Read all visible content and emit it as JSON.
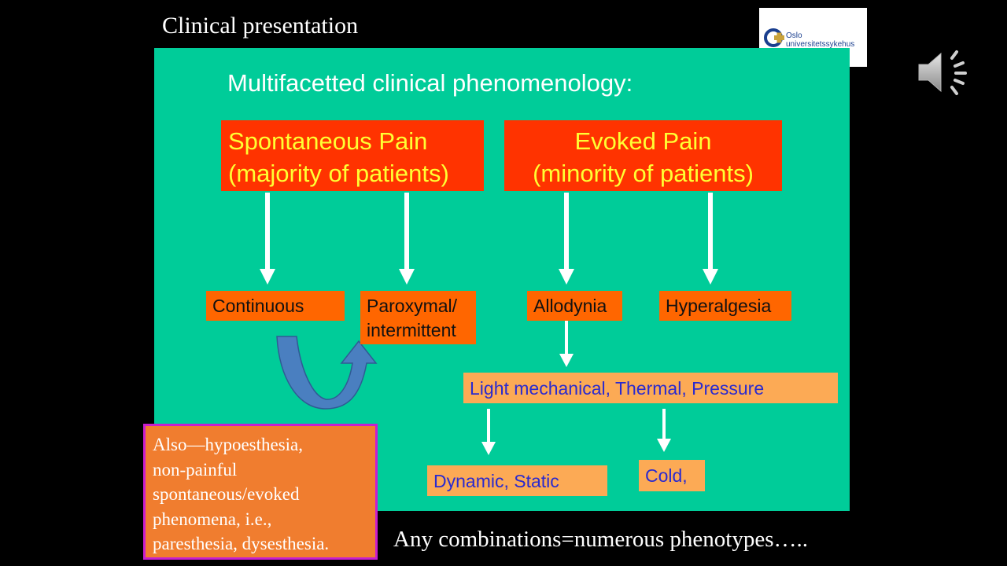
{
  "slide": {
    "title": "Clinical presentation",
    "heading": "Multifacetted clinical phenomenology:",
    "footer": "Any combinations=numerous phenotypes…..",
    "logo": {
      "line1": "Oslo",
      "line2": "universitetssykehus"
    }
  },
  "boxes": {
    "spontaneous": {
      "line1": "Spontaneous Pain",
      "line2": "(majority of patients)"
    },
    "evoked": {
      "line1": "Evoked Pain",
      "line2": "(minority of patients)"
    },
    "continuous": "Continuous",
    "paroxymal": {
      "line1": "Paroxymal/",
      "line2": "intermittent"
    },
    "allodynia": "Allodynia",
    "hyperalgesia": "Hyperalgesia",
    "stimuli": "Light mechanical, Thermal, Pressure",
    "dynamic_static": "Dynamic, Static",
    "cold": "Cold,"
  },
  "note": {
    "lines": [
      "Also—hypoesthesia,",
      "non-painful",
      "spontaneous/evoked",
      "phenomena, i.e.,",
      "paresthesia, dysesthesia."
    ]
  },
  "colors": {
    "panel": "#00cc99",
    "big_box": "#ff3300",
    "big_box_text": "#ffff33",
    "small_box": "#ff6600",
    "light_box": "#fcaa55",
    "light_box_text": "#2a2acf",
    "note_box": "#f07d2f",
    "note_border": "#c81ecf",
    "curved_arrow": "#4a7fc0"
  },
  "icons": {
    "speaker": "speaker-icon",
    "logo": "hospital-logo-icon"
  }
}
